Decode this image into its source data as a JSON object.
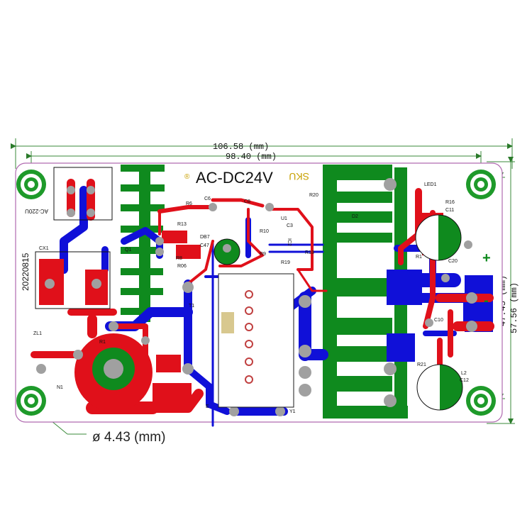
{
  "dimensions": {
    "outer_width": "106.58 (mm)",
    "inner_width": "98.40 (mm)",
    "inner_height": "47.45 (mm)",
    "outer_height": "57.56 (mm)",
    "hole_diameter": "ø 4.43 (mm)"
  },
  "board": {
    "title": "AC-DC24V",
    "date_code": "20220815",
    "input_label": "AC-220U",
    "registered_mark": "®",
    "sku_text": "SKU",
    "plus_sign": "+",
    "minus_sign": "-"
  },
  "components": {
    "cx1": "CX1",
    "zl1": "ZL1",
    "r1": "R1",
    "n1": "N1",
    "r6": "R6",
    "c6": "C6",
    "c8": "C8",
    "r13": "R13",
    "db7": "DB7",
    "c47": "C47",
    "r8": "R8",
    "r06": "R06",
    "r10": "R10",
    "r9": "R9",
    "u1": "U1",
    "c3": "C3",
    "r20": "R20",
    "d2": "D2",
    "ic2": "IC2",
    "r19": "R19",
    "r18": "R18",
    "led1": "LED1",
    "r16": "R16",
    "c11": "C11",
    "r17": "R1",
    "c20": "C20",
    "c10": "C10",
    "r21": "R21",
    "l2": "L2",
    "c12": "C12",
    "y1": "Y1",
    "q1": "Q1",
    "t1": "T1",
    "e1": "E"
  },
  "colors": {
    "top_copper": "#e0101a",
    "bottom_copper": "#1010d8",
    "heatsink_green": "#0f8a1e",
    "pad_gray": "#a0a0a0",
    "mounting_hole_green": "#1e9a2a",
    "board_outline": "#b06ab0",
    "dimension_line": "#3a8a3a"
  }
}
